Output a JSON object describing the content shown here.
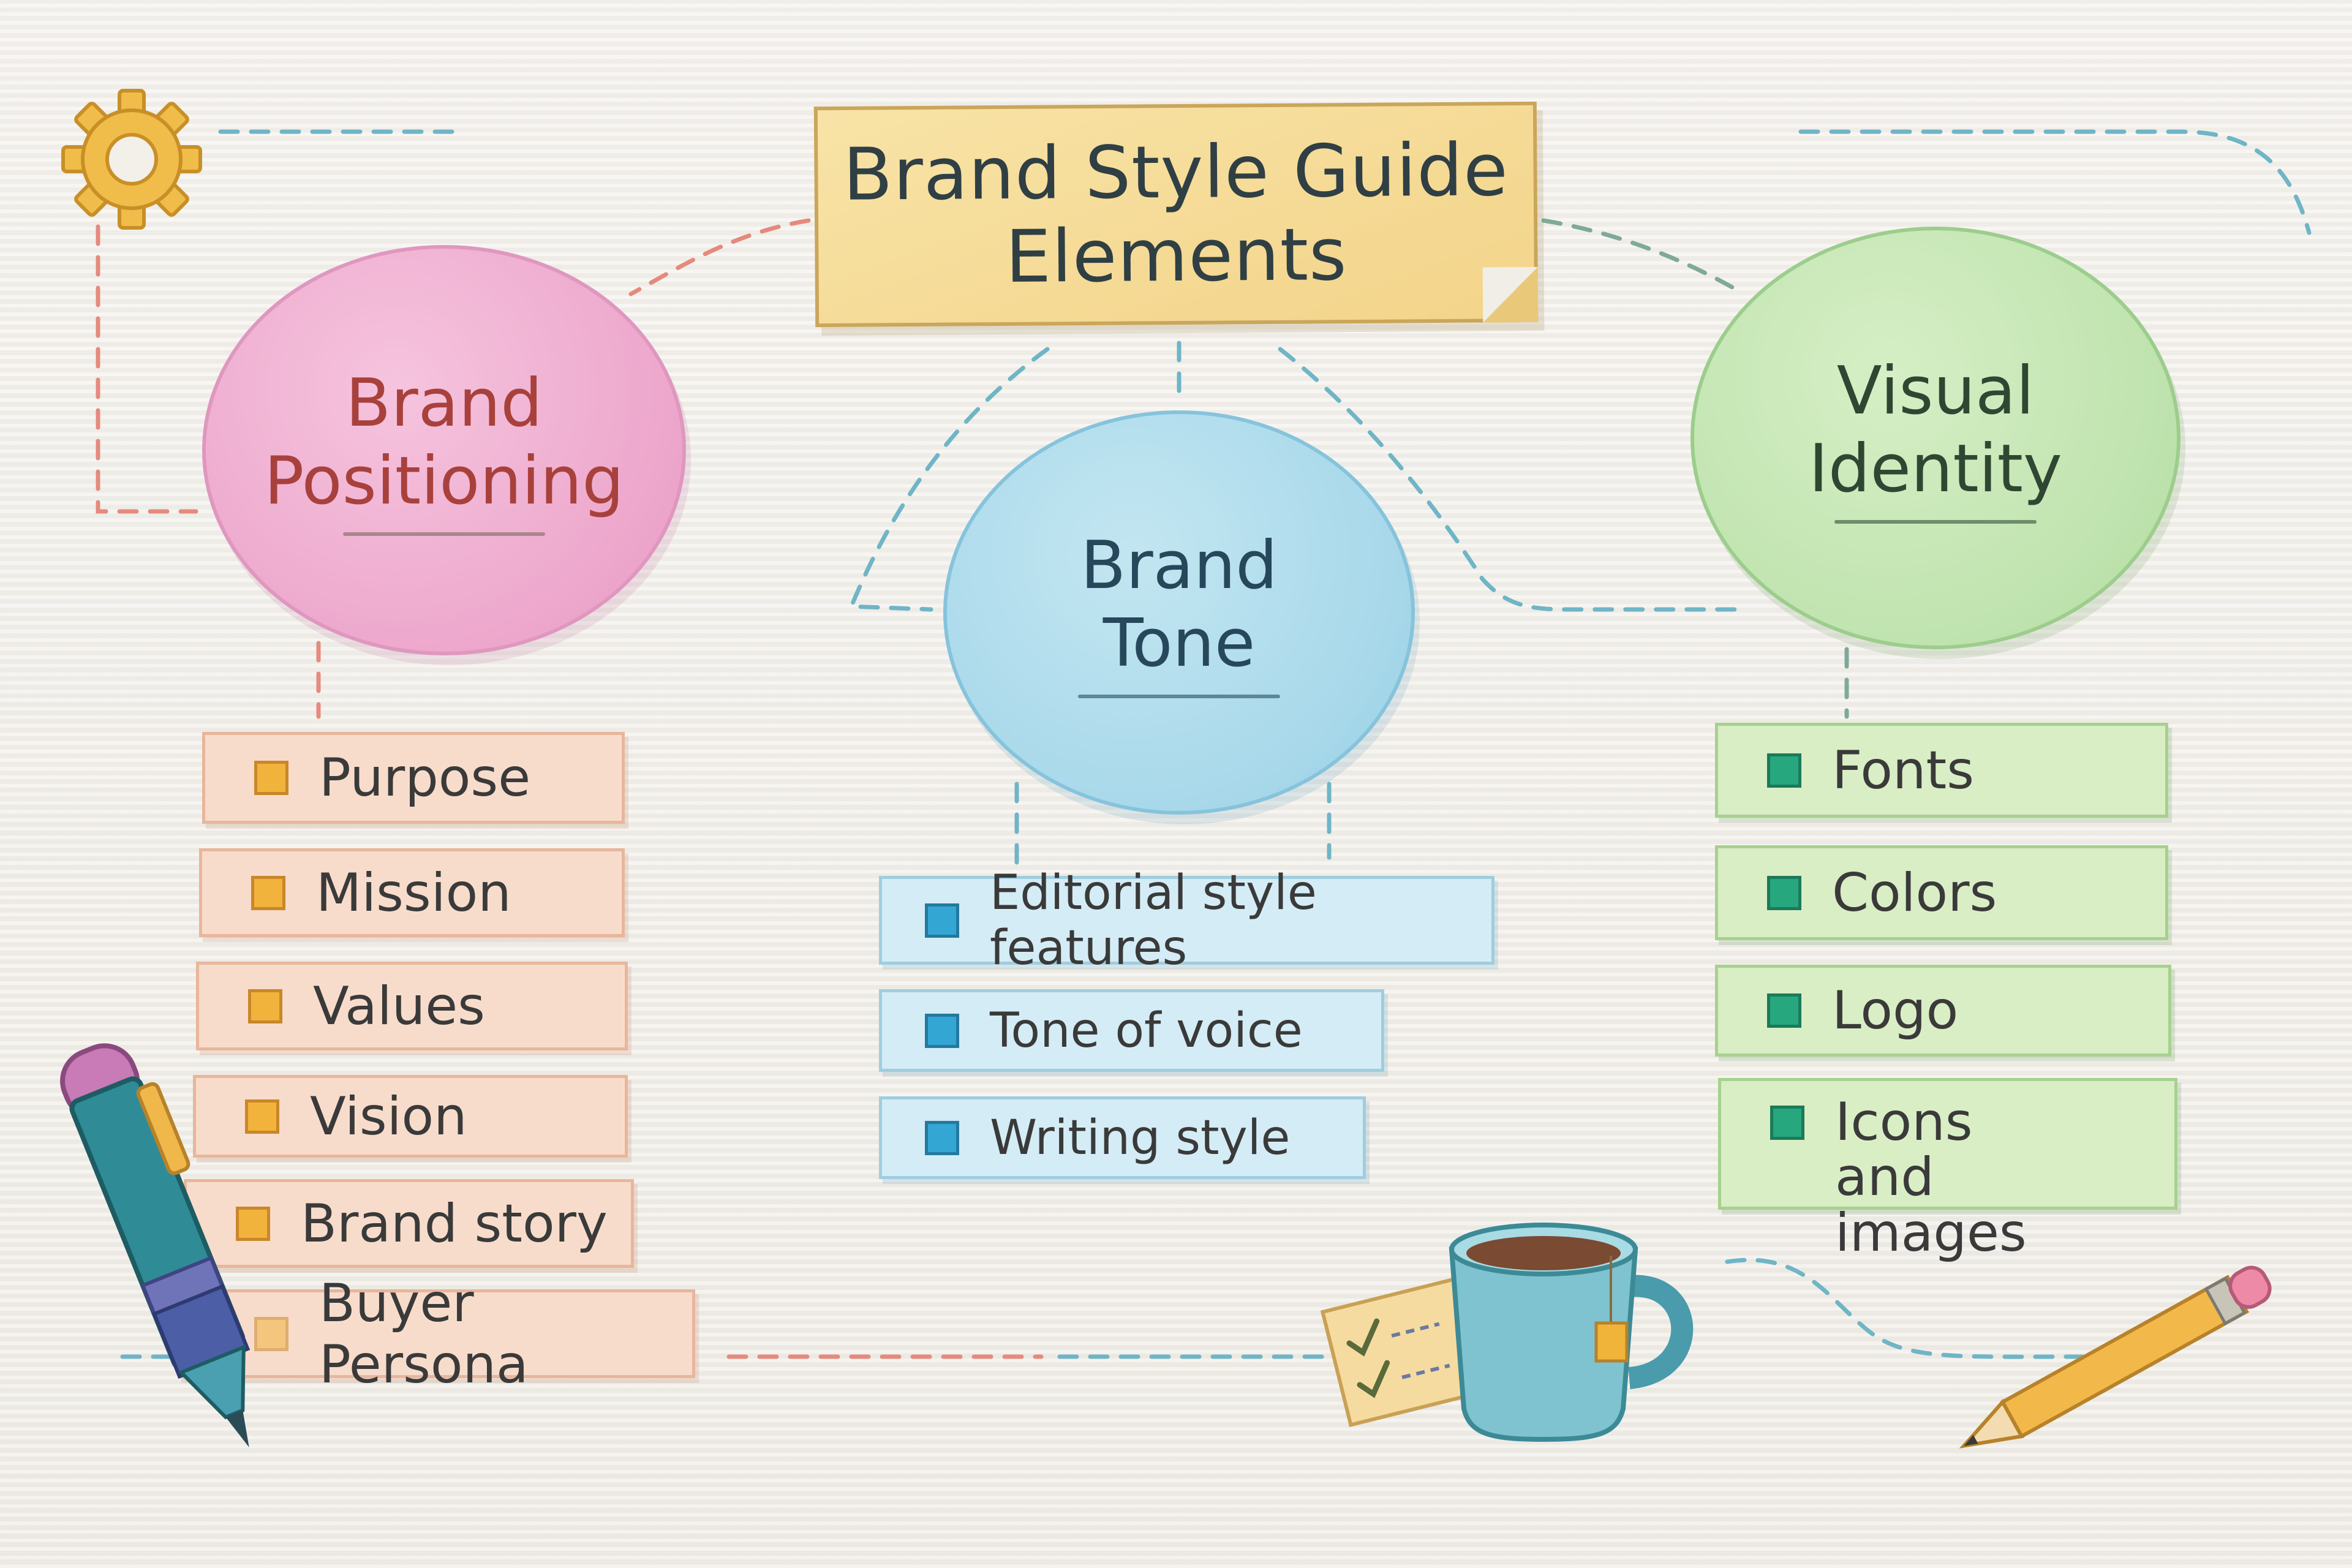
{
  "title": {
    "line1": "Brand Style Guide",
    "line2": "Elements"
  },
  "nodes": {
    "positioning": {
      "line1": "Brand",
      "line2": "Positioning"
    },
    "tone": {
      "line1": "Brand",
      "line2": "Tone"
    },
    "visual": {
      "line1": "Visual",
      "line2": "Identity"
    }
  },
  "positioning_items": [
    "Purpose",
    "Mission",
    "Values",
    "Vision",
    "Brand story",
    "Buyer Persona"
  ],
  "tone_items": [
    "Editorial style features",
    "Tone of voice",
    "Writing style"
  ],
  "visual_items": [
    "Fonts",
    "Colors",
    "Logo",
    "Icons and images"
  ],
  "colors": {
    "positioning": "#eda7cc",
    "tone": "#a7d8ea",
    "visual": "#bfe3ae",
    "title": "#f3d48a"
  },
  "icons": [
    "gear-icon",
    "pen-icon",
    "coffee-mug-icon",
    "checklist-note-icon",
    "pencil-icon"
  ]
}
